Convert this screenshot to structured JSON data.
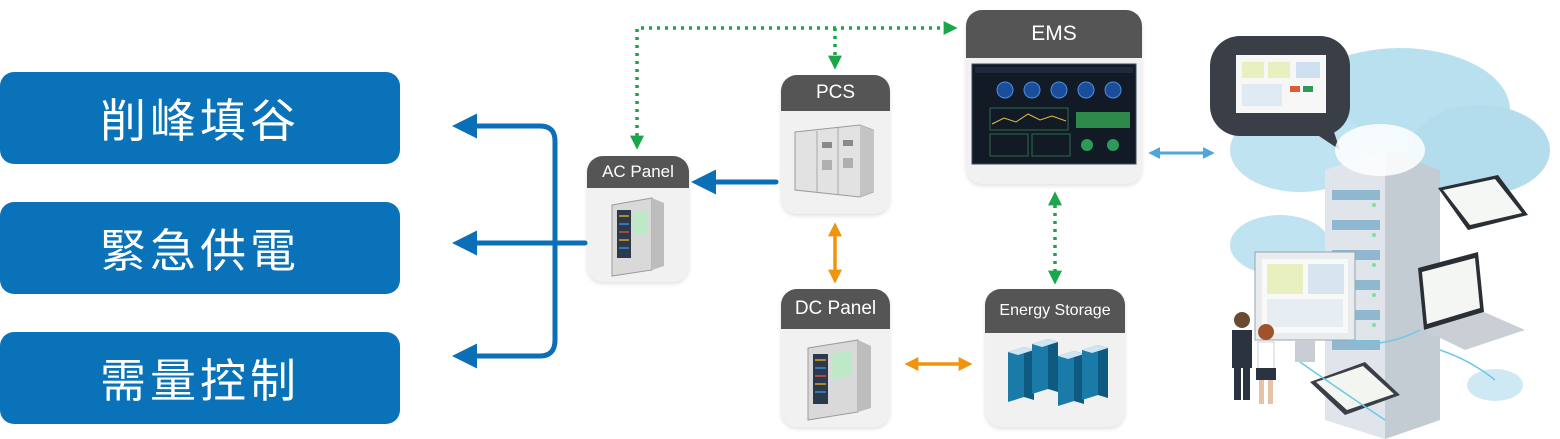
{
  "functions": [
    {
      "label": "削峰填谷"
    },
    {
      "label": "緊急供電"
    },
    {
      "label": "需量控制"
    }
  ],
  "nodes": {
    "ac_panel": {
      "label": "AC Panel",
      "icon": "electrical-cabinet-icon"
    },
    "pcs": {
      "label": "PCS",
      "icon": "power-conversion-cabinet-icon"
    },
    "dc_panel": {
      "label": "DC Panel",
      "icon": "electrical-cabinet-icon"
    },
    "ems": {
      "label": "EMS",
      "icon": "ems-dashboard-icon"
    },
    "energy_storage": {
      "label": "Energy Storage",
      "icon": "battery-rack-icon"
    },
    "cloud": {
      "icon": "cloud-server-devices-icon"
    }
  },
  "colors": {
    "function_box": "#0a72b8",
    "power_arrow": "#0a6fb6",
    "dc_arrow": "#f0930e",
    "comm_arrow": "#1aa64a",
    "cloud_link": "#4ea7d8",
    "card_header": "#555555",
    "card_body": "#f1f1f1"
  }
}
